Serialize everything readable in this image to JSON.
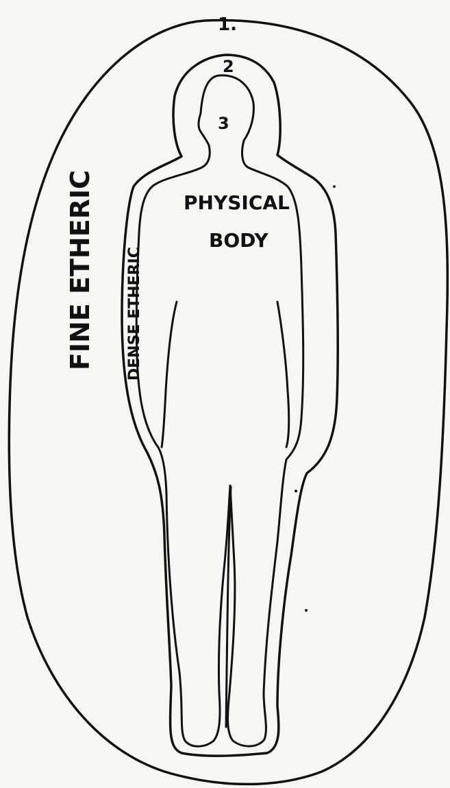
{
  "labels": {
    "layer_1": "1.",
    "layer_2": "2",
    "layer_3": "3",
    "fine_etheric": "FINE ETHERIC",
    "dense_etheric": "DENSE ETHERIC",
    "physical_line1": "PHYSICAL",
    "physical_line2": "BODY"
  },
  "colors": {
    "ink": "#111111",
    "paper": "#f6f6f3"
  }
}
